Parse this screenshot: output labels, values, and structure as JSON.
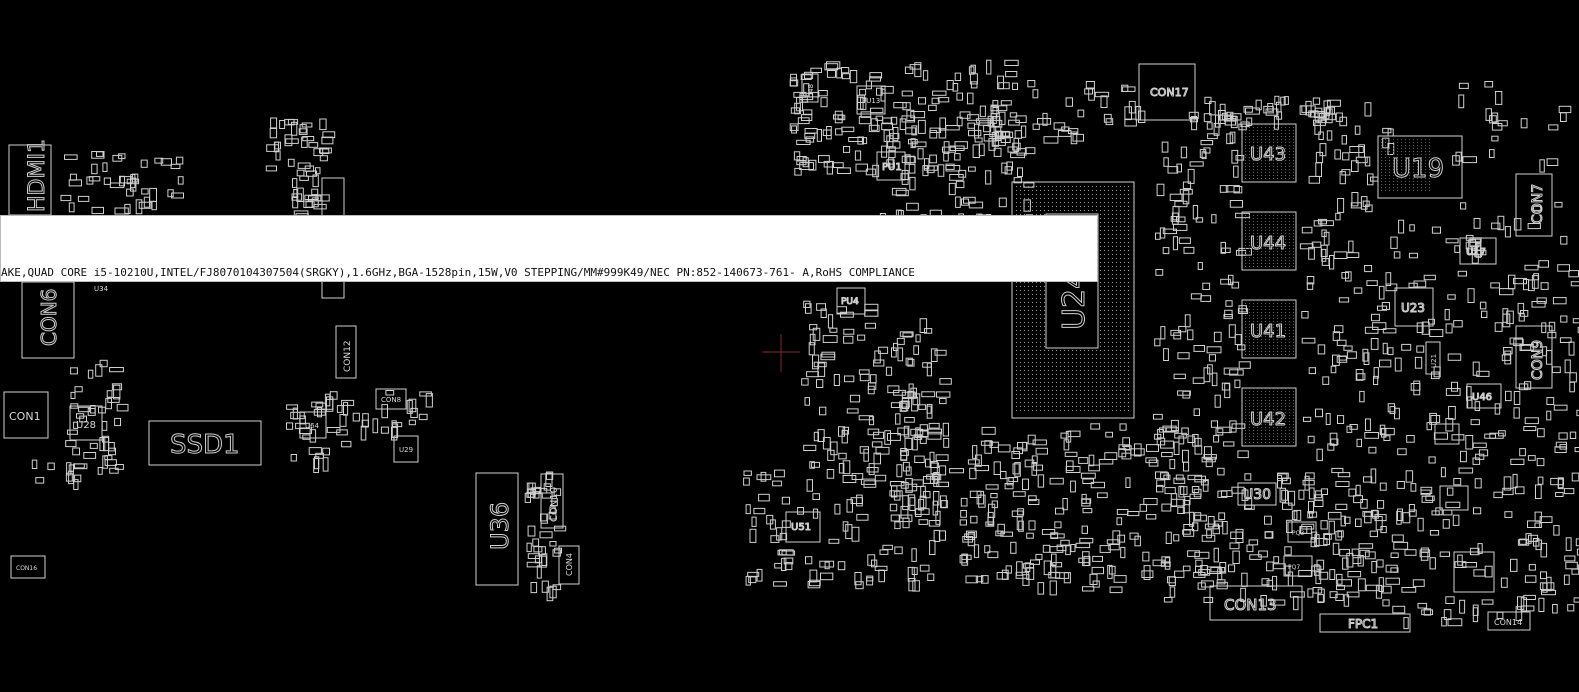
{
  "colors": {
    "background": "#000000",
    "outline": "#d0d0d0",
    "cursor": "#8a2a2a",
    "tooltip_bg": "#ffffff"
  },
  "tooltip": {
    "text": "AKE,QUAD CORE i5-10210U,INTEL/FJ8070104307504(SRGKY),1.6GHz,BGA-1528pin,15W,V0 STEPPING/MM#999K49/NEC PN:852-140673-761- A,RoHS COMPLIANCE"
  },
  "components": {
    "hdmi1": "HDMI1",
    "con6": "CON6",
    "con1": "CON1",
    "u28": "U28",
    "u34": "U34",
    "ssd1": "SSD1",
    "con12": "CON12",
    "u64": "U64",
    "con8": "CON8",
    "u29": "U29",
    "u36": "U36",
    "con10": "CON10",
    "con4": "CON4",
    "con16": "CON16",
    "u48": "U48",
    "pu13": "PU13",
    "pu1": "PU1",
    "pu4": "PU4",
    "con17": "CON17",
    "u24": "U24",
    "u43": "U43",
    "u44": "U44",
    "u41": "U41",
    "u42": "U42",
    "u30": "U30",
    "u19": "U19",
    "con7": "CON7",
    "u17": "U17",
    "u23": "U23",
    "con9": "CON9",
    "u21": "U21",
    "u46": "U46",
    "u51": "U51",
    "con13": "CON13",
    "fpc1": "FPC1",
    "con14": "CON14",
    "pq3": "PQ3",
    "pq7": "PQ7"
  }
}
